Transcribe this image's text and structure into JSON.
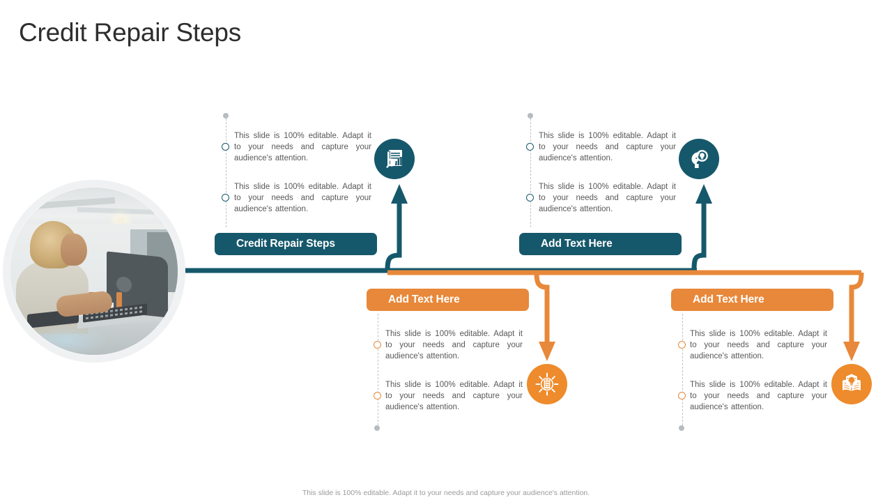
{
  "page": {
    "title": "Credit Repair Steps",
    "footer_note": "This slide is 100% editable. Adapt it to your needs and capture your audience's attention."
  },
  "colors": {
    "teal": "#16586b",
    "orange": "#e8883a",
    "orange_icon": "#ee8b2c",
    "title_text": "#2e2e2e",
    "body_text": "#58585a",
    "dash_line": "#bdc3c7",
    "dot": "#b6bcbf",
    "photo_ring": "#eff1f2"
  },
  "photo": {
    "alt": "woman working at a laptop in an office",
    "icon_name": "profile-photo"
  },
  "body_text": "This slide is 100% editable. Adapt it to your needs and capture your audience's attention.",
  "steps": [
    {
      "id": "step-1",
      "label": "Credit Repair Steps",
      "accent": "teal",
      "position": "top-left",
      "icon": "document-chart-search-icon",
      "bullets": [
        "This slide is 100% editable. Adapt it to your needs and capture your audience's attention.",
        "This slide is 100% editable. Adapt it to your needs and capture your audience's attention."
      ]
    },
    {
      "id": "step-2",
      "label": "Add Text Here",
      "accent": "teal",
      "position": "top-right",
      "icon": "head-idea-search-icon",
      "bullets": [
        "This slide is 100% editable. Adapt it to your needs and capture your audience's attention.",
        "This slide is 100% editable. Adapt it to your needs and capture your audience's attention."
      ]
    },
    {
      "id": "step-3",
      "label": "Add Text Here",
      "accent": "orange",
      "position": "bottom-left",
      "icon": "checklist-rays-icon",
      "bullets": [
        "This slide is 100% editable. Adapt it to your needs and capture your audience's attention.",
        "This slide is 100% editable. Adapt it to your needs and capture your audience's attention."
      ]
    },
    {
      "id": "step-4",
      "label": "Add Text Here",
      "accent": "orange",
      "position": "bottom-right",
      "icon": "book-idea-icon",
      "bullets": [
        "This slide is 100% editable. Adapt it to your needs and capture your audience's attention.",
        "This slide is 100% editable. Adapt it to your needs and capture your audience's attention."
      ]
    }
  ]
}
